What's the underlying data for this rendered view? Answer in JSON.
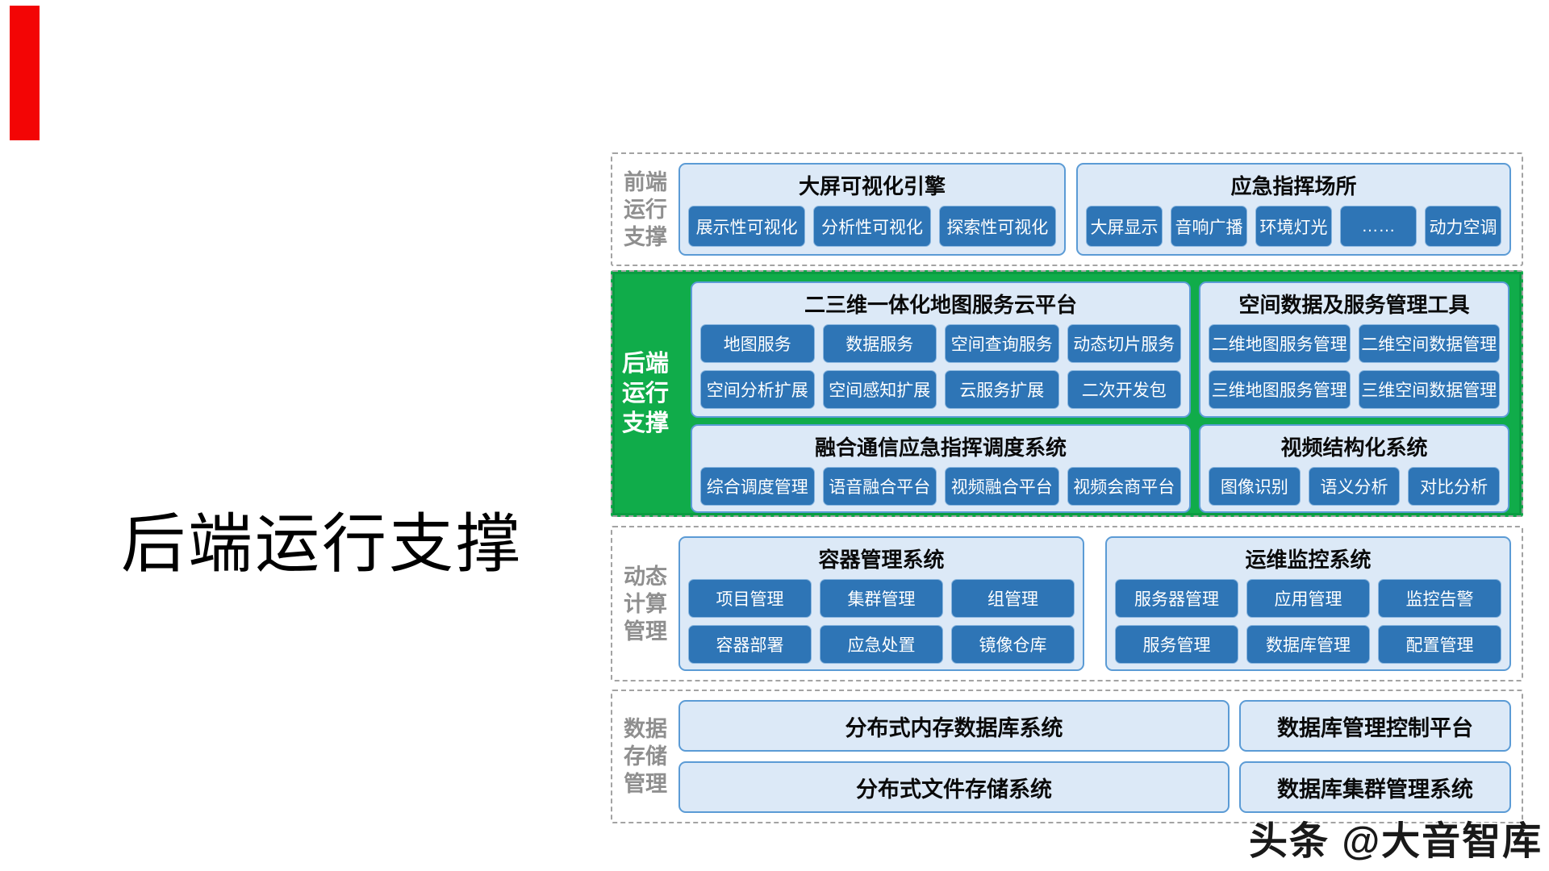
{
  "page": {
    "side_title": "后端运行支撑",
    "watermark": "头条 @大音智库"
  },
  "colors": {
    "button_blue": "#2e75b6",
    "panel_light_blue": "#dce9f7",
    "panel_border_blue": "#5b9bd5",
    "backend_green": "#10ac4a",
    "accent_red": "#f30505",
    "label_gray": "#8f8f8f",
    "dashed_border_gray": "#a3a3a3"
  },
  "sections": [
    {
      "id": "frontend",
      "label_lines": [
        "前端",
        "运行",
        "支撑"
      ],
      "groups": [
        {
          "title": "大屏可视化引擎",
          "rows": [
            [
              "展示性可视化",
              "分析性可视化",
              "探索性可视化"
            ]
          ]
        },
        {
          "title": "应急指挥场所",
          "rows": [
            [
              "大屏显示",
              "音响广播",
              "环境灯光",
              "……",
              "动力空调"
            ]
          ]
        }
      ]
    },
    {
      "id": "backend",
      "label_lines": [
        "后端",
        "运行",
        "支撑"
      ],
      "groups": [
        {
          "title": "二三维一体化地图服务云平台",
          "rows": [
            [
              "地图服务",
              "数据服务",
              "空间查询服务",
              "动态切片服务"
            ],
            [
              "空间分析扩展",
              "空间感知扩展",
              "云服务扩展",
              "二次开发包"
            ]
          ]
        },
        {
          "title": "空间数据及服务管理工具",
          "rows": [
            [
              "二维地图服务管理",
              "二维空间数据管理"
            ],
            [
              "三维地图服务管理",
              "三维空间数据管理"
            ]
          ]
        },
        {
          "title": "融合通信应急指挥调度系统",
          "rows": [
            [
              "综合调度管理",
              "语音融合平台",
              "视频融合平台",
              "视频会商平台"
            ]
          ]
        },
        {
          "title": "视频结构化系统",
          "rows": [
            [
              "图像识别",
              "语义分析",
              "对比分析"
            ]
          ]
        }
      ]
    },
    {
      "id": "compute",
      "label_lines": [
        "动态",
        "计算",
        "管理"
      ],
      "groups": [
        {
          "title": "容器管理系统",
          "rows": [
            [
              "项目管理",
              "集群管理",
              "组管理"
            ],
            [
              "容器部署",
              "应急处置",
              "镜像仓库"
            ]
          ]
        },
        {
          "title": "运维监控系统",
          "rows": [
            [
              "服务器管理",
              "应用管理",
              "监控告警"
            ],
            [
              "服务管理",
              "数据库管理",
              "配置管理"
            ]
          ]
        }
      ]
    },
    {
      "id": "storage",
      "label_lines": [
        "数据",
        "存储",
        "管理"
      ],
      "boxes": [
        [
          "分布式内存数据库系统",
          "数据库管理控制平台"
        ],
        [
          "分布式文件存储系统",
          "数据库集群管理系统"
        ]
      ]
    }
  ]
}
